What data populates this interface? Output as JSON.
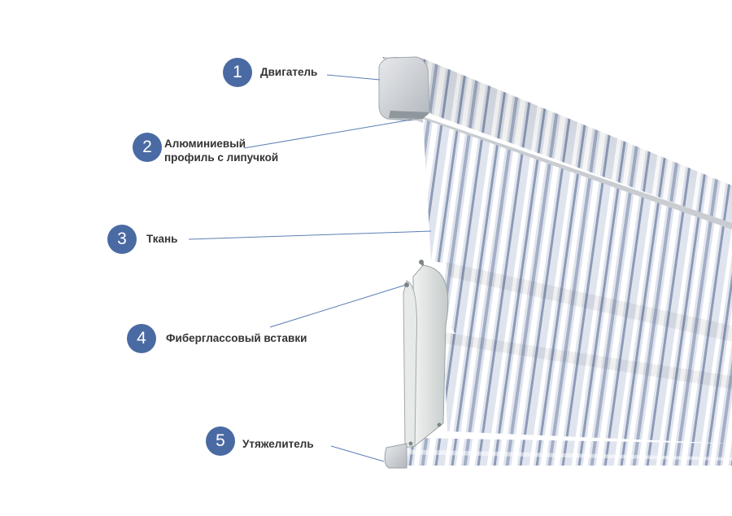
{
  "colors": {
    "badge": "#4a6aa3",
    "leader_line": "#5b7fb5",
    "label_text": "#333333",
    "fabric_base": "#dfe4ee",
    "stripe_dark": "#8e9bb7",
    "stripe_light": "#ffffff",
    "profile_metal": "#c9cdd2"
  },
  "callouts": [
    {
      "number": "1",
      "label": "Двигатель",
      "part": "motor"
    },
    {
      "number": "2",
      "label_lines": [
        "Алюминиевый",
        "профиль с липучкой"
      ],
      "part": "aluminum-profile"
    },
    {
      "number": "3",
      "label": "Ткань",
      "part": "fabric"
    },
    {
      "number": "4",
      "label": "Фиберглассовый вставки",
      "part": "fiberglass-rods"
    },
    {
      "number": "5",
      "label": "Утяжелитель",
      "part": "bottom-weight"
    }
  ]
}
